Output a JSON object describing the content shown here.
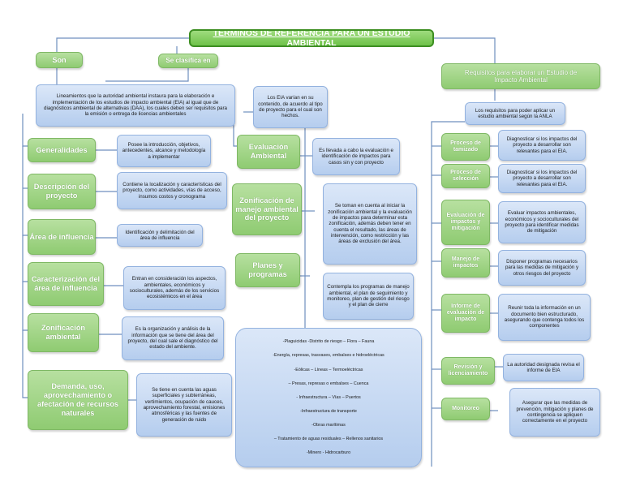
{
  "title": "TERMINOS DE REFERENCIA PARA UN ESTUDIO AMBIENTAL",
  "son": "Son",
  "clasifica": "Se clasifica en",
  "lineamientos": "Lineamientos que la autoridad ambiental instaura para la elaboración e implementación de los estudios de impacto ambiental (EIA) al igual que de diagnósticos ambiental de alternativas (DAA), los cuales deben ser requisitos para la emisión o entrega de licencias ambientales",
  "eia_varian": "Los EIA varían en su contenido, de acuerdo al tipo de proyecto para el cual son hechos.",
  "left": [
    {
      "label": "Generalidades",
      "desc": "Posee la introducción, objetivos, antecedentes, alcance y metodología a implementar"
    },
    {
      "label": "Descripción del proyecto",
      "desc": "Contiene la localización y características del proyecto, como actividades, vías de acceso, insumos costos y cronograma"
    },
    {
      "label": "Área de influencia",
      "desc": "Identificación y delimitación del área de influencia"
    },
    {
      "label": "Caracterización del área de influencia",
      "desc": "Entran en consideración los aspectos, ambientales, económicos y socioculturales, además de los servicios ecosistémicos en el área"
    },
    {
      "label": "Zonificación ambiental",
      "desc": "Es la organización y análisis de la información que se tiene del área del proyecto, del cual sale el diagnóstico del estado del ambiente."
    },
    {
      "label": "Demanda, uso, aprovechamiento o afectación de recursos naturales",
      "desc": "Se tiene en cuenta las aguas superficiales y subterráneas, vertimientos, ocupación de cauces, aprovechamiento forestal, emisiones atmosféricas y las fuentes de generación de ruido"
    }
  ],
  "middle": [
    {
      "label": "Evaluación Ambiental",
      "desc": "Es llevada a cabo la evaluación e identificación de impactos para casos sin y con proyecto"
    },
    {
      "label": "Zonificación de manejo ambiental del proyecto",
      "desc": "Se toman en cuenta al iniciar la zonificación ambiental y la evaluación de impactos para determinar esta zonificación, además deben tener en cuenta el resultado, las áreas de intervención, como restricción y las áreas de exclusión del área."
    },
    {
      "label": "Planes y programas",
      "desc": "Contempla los programas de manejo ambiental, el plan de seguimiento y monitoreo, plan de gestión del riesgo y el plan de cierre"
    }
  ],
  "project_types": [
    "-Plaguicidas -Distrito de riesgo – Flora – Fauna",
    "-Energía, represas, trasvases, embalses e hidroeléctricas",
    "-Eólicas – Líneas – Termoeléctricas",
    "– Presas, represas o embalses – Cuenca",
    "- Infraestructura – Vías – Puertos",
    "-Infraestructura de transporte",
    "-Obras marítimas",
    "– Tratamiento de aguas residuales – Rellenos sanitarios",
    "-Minero - Hidrocarburo"
  ],
  "requisitos": "Requisitos para elaborar un Estudio de Impacto Ambiental",
  "anla": "Los requisitos para poder aplicar un estudio ambiental según la ANLA",
  "right": [
    {
      "label": "Proceso de tamizado",
      "desc": "Diagnosticar si los impactos del proyecto a desarrollar son relevantes para el EIA."
    },
    {
      "label": "Proceso de selección",
      "desc": "Diagnosticar si los impactos del proyecto a desarrollar son relevantes para el EIA."
    },
    {
      "label": "Evaluación de impactos y mitigación",
      "desc": "Evaluar impactos ambientales, económicos y socioculturales del proyecto para identificar medidas de mitigación"
    },
    {
      "label": "Manejo de impactos",
      "desc": "Disponer programas necesarios para las medidas de mitigación y otros riesgos del proyecto"
    },
    {
      "label": "Informe de evaluación de impacto",
      "desc": "Reunir toda la información en un documento bien estructurado, asegurando que contenga todos los componentes"
    },
    {
      "label": "Revisión y licenciamiento",
      "desc": "La autoridad designada revisa el informe de EIA"
    },
    {
      "label": "Monitoreo",
      "desc": "Asegurar que las medidas de prevención, mitigación y planes de contingencia se apliquen correctamente en el proyecto"
    }
  ],
  "colors": {
    "green": "#8fcb72",
    "blue": "#b5cdee",
    "line": "#6f8fbf"
  }
}
